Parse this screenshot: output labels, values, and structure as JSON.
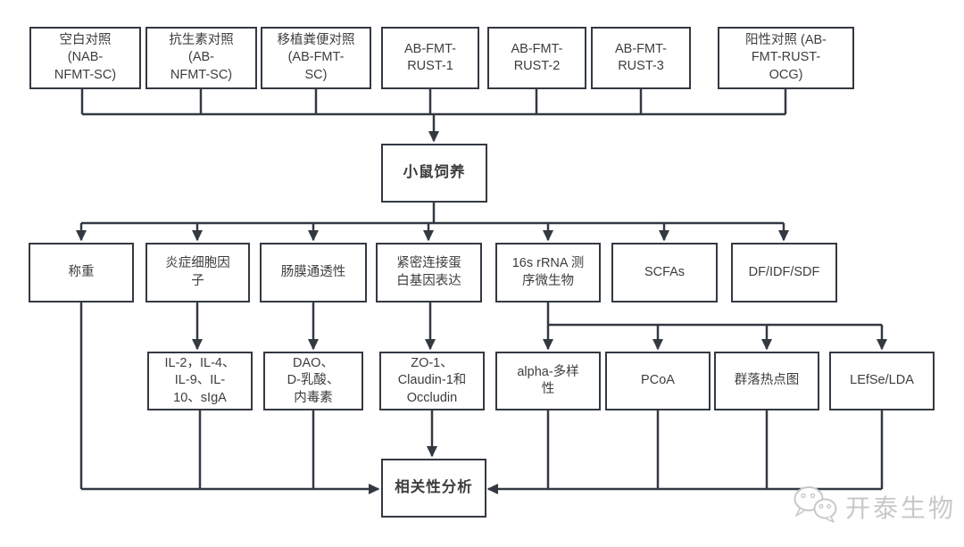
{
  "diagram": {
    "groups": [
      {
        "label": "空白对照\n(NAB-\nNFMT-SC)"
      },
      {
        "label": "抗生素对照\n(AB-\nNFMT-SC)"
      },
      {
        "label": "移植粪便对照\n(AB-FMT-\nSC)"
      },
      {
        "label": "AB-FMT-\nRUST-1"
      },
      {
        "label": "AB-FMT-\nRUST-2"
      },
      {
        "label": "AB-FMT-\nRUST-3"
      },
      {
        "label": "阳性对照 (AB-\nFMT-RUST-\nOCG)"
      }
    ],
    "center_node": {
      "label": "小鼠饲养"
    },
    "measurements": [
      {
        "label": "称重"
      },
      {
        "label": "炎症细胞因\n子"
      },
      {
        "label": "肠膜通透性"
      },
      {
        "label": "紧密连接蛋\n白基因表达"
      },
      {
        "label": "16s rRNA 测\n序微生物"
      },
      {
        "label": "SCFAs"
      },
      {
        "label": "DF/IDF/SDF"
      }
    ],
    "analyses": [
      {
        "label": "IL-2，IL-4、\nIL-9、IL-\n10、sIgA"
      },
      {
        "label": "DAO、\nD-乳酸、\n内毒素"
      },
      {
        "label": "ZO-1、\nClaudin-1和\nOccludin"
      },
      {
        "label": "alpha-多样\n性"
      },
      {
        "label": "PCoA"
      },
      {
        "label": "群落热点图"
      },
      {
        "label": "LEfSe/LDA"
      }
    ],
    "final_node": {
      "label": "相关性分析"
    },
    "watermark": {
      "text": "开泰生物",
      "icon": "wechat-icon"
    },
    "colors": {
      "line": "#333942",
      "box_border": "#333942",
      "text": "#3d3d3d",
      "watermark": "#c8c8c8",
      "background": "#ffffff"
    }
  }
}
